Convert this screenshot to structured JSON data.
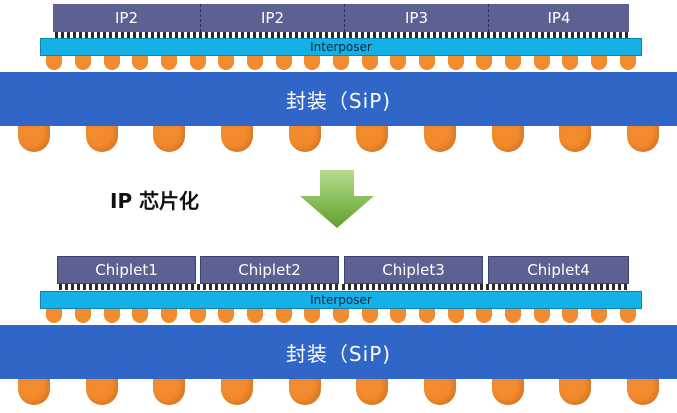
{
  "top_chips": [
    "IP2",
    "IP2",
    "IP3",
    "IP4"
  ],
  "top_interposer": "Interposer",
  "top_package": "封装（SiP)",
  "process_label": "IP 芯片化",
  "bottom_chips": [
    "Chiplet1",
    "Chiplet2",
    "Chiplet3",
    "Chiplet4"
  ],
  "bottom_interposer": "Interposer",
  "bottom_package": "封装（SiP)",
  "colors": {
    "chip": "#5d6192",
    "interposer": "#14b0e6",
    "package": "#2f66c8",
    "bump": "#f28a2e",
    "arrow": "#72b43a"
  }
}
